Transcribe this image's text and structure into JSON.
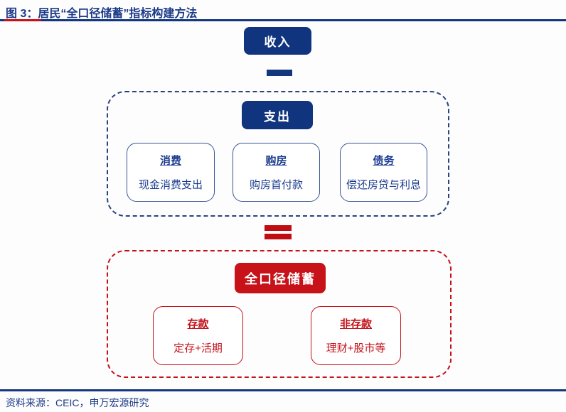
{
  "header": {
    "title": "图 3：居民“全口径储蓄”指标构建方法"
  },
  "diagram": {
    "income": {
      "label": "收入"
    },
    "operators": {
      "minus": "minus-sign",
      "equals": "equals-sign"
    },
    "expense_group": {
      "label": "支出",
      "items": [
        {
          "title": "消费",
          "desc": "现金消费支出"
        },
        {
          "title": "购房",
          "desc": "购房首付款"
        },
        {
          "title": "债务",
          "desc": "偿还房贷与利息"
        }
      ]
    },
    "savings_group": {
      "label": "全口径储蓄",
      "items": [
        {
          "title": "存款",
          "desc": "定存+活期"
        },
        {
          "title": "非存款",
          "desc": "理财+股市等"
        }
      ]
    }
  },
  "footer": {
    "source": "资料来源：CEIC，申万宏源研究"
  },
  "colors": {
    "navy": "#14367E",
    "red": "#C3121A"
  }
}
